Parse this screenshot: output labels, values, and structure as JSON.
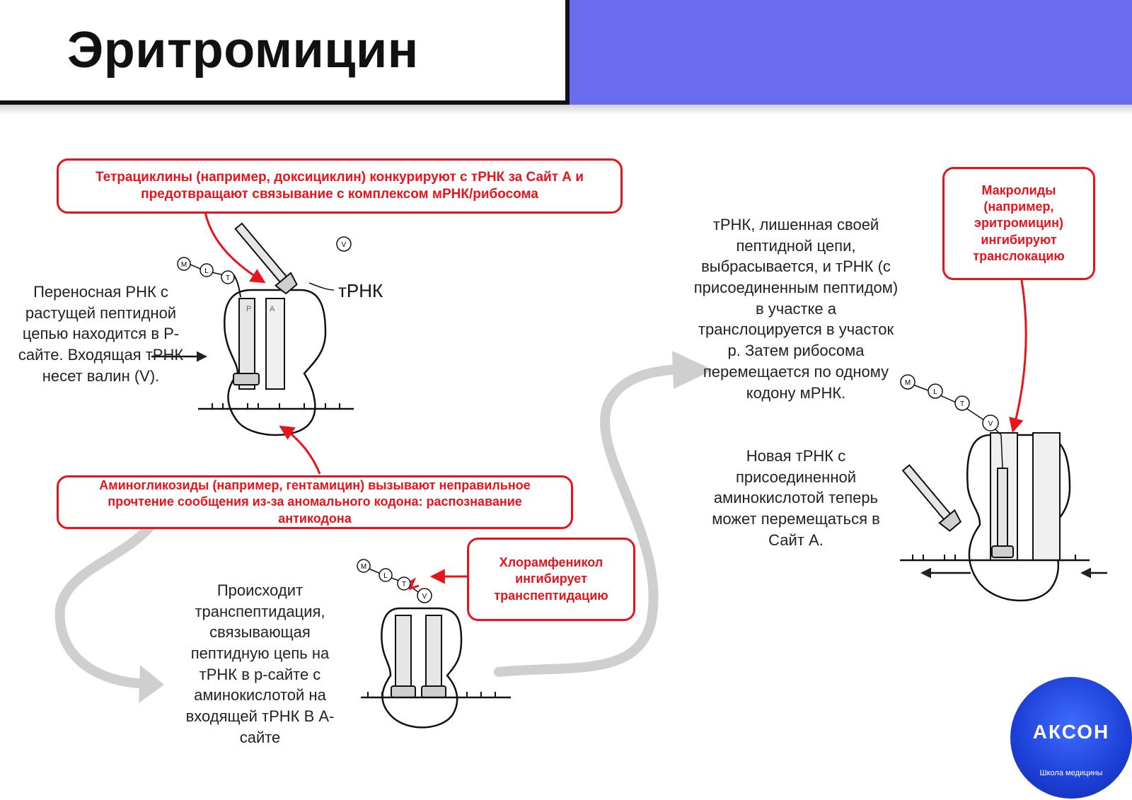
{
  "header": {
    "title": "Эритромицин"
  },
  "callouts": {
    "tetracyclines": "Тетрациклины (например, доксициклин) конкурируют с тРНК за Сайт А и предотвращают связывание с комплексом мРНК/рибосома",
    "aminoglycosides": "Аминогликозиды (например, гентамицин) вызывают неправильное прочтение сообщения из-за аномального кодона: распознавание антикодона",
    "chloramphenicol": "Хлорамфеникол ингибирует транспептидацию",
    "macrolides": "Макролиды (например, эритромицин) ингибируют транслокацию"
  },
  "descriptions": {
    "step1": "Переносная РНК с растущей пептидной цепью находится в Р-сайте. Входящая тРНК несет валин (V).",
    "step2": "Происходит транспептидация, связывающая пептидную цепь на тРНК в р-сайте с аминокислотой на входящей тРНК В А-сайте",
    "step3": "тРНК, лишенная своей пептидной цепи, выбрасывается, и тРНК (с присоединенным пептидом) в участке а транслоцируется в участок р. Затем рибосома перемещается по одному кодону мРНК.",
    "step4": "Новая тРНК с присоединенной аминокислотой теперь может перемещаться в Сайт А."
  },
  "labels": {
    "trna": "тРНК",
    "site_p": "P",
    "site_a": "A"
  },
  "amino_acids": {
    "m": "M",
    "l": "L",
    "t": "T",
    "v": "V"
  },
  "logo": {
    "text": "АКСОН",
    "subtitle": "Школа медицины"
  },
  "colors": {
    "accent": "#e8141c",
    "header_band": "#6a6cef",
    "flow_arrow": "#cfcfcf"
  }
}
